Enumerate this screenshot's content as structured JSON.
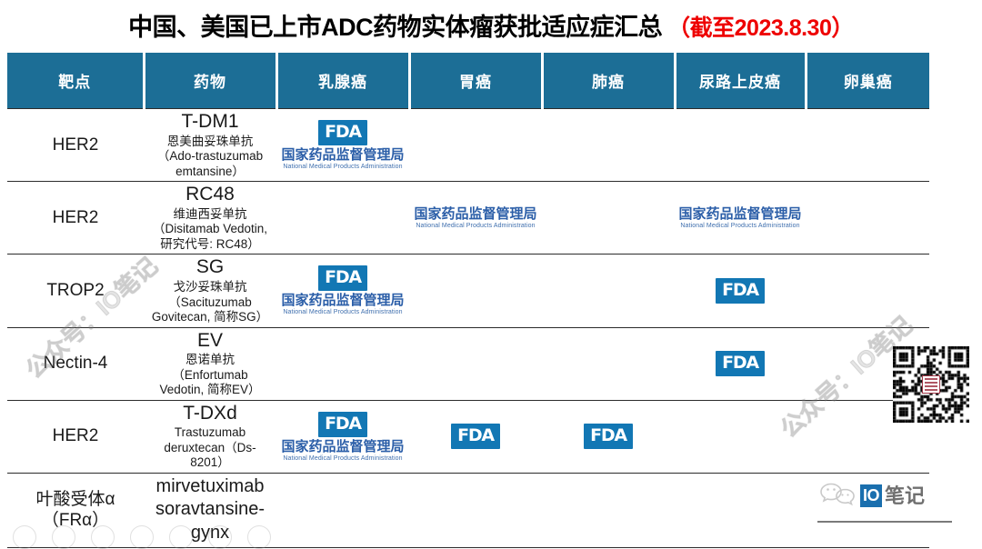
{
  "title": {
    "main": "中国、美国已上市ADC药物实体瘤获批适应症汇总",
    "date": "（截至2023.8.30）"
  },
  "table": {
    "headers": [
      {
        "label": "靶点",
        "name": "target"
      },
      {
        "label": "药物",
        "name": "drug"
      },
      {
        "label": "乳腺癌",
        "name": "breast-cancer"
      },
      {
        "label": "胃癌",
        "name": "gastric-cancer"
      },
      {
        "label": "肺癌",
        "name": "lung-cancer"
      },
      {
        "label": "尿路上皮癌",
        "name": "urothelial-carcinoma"
      },
      {
        "label": "卵巢癌",
        "name": "ovarian-cancer"
      }
    ],
    "rows": [
      {
        "target": "HER2",
        "drug_abbr": "T-DM1",
        "drug_sub": [
          "恩美曲妥珠单抗",
          "（Ado-trastuzumab",
          "emtansine）"
        ],
        "breast": {
          "fda": true,
          "nmpa": true
        },
        "gastric": {
          "fda": false,
          "nmpa": false
        },
        "lung": {
          "fda": false,
          "nmpa": false
        },
        "uro": {
          "fda": false,
          "nmpa": false
        },
        "ovarian": {
          "fda": false,
          "nmpa": false
        }
      },
      {
        "target": "HER2",
        "drug_abbr": "RC48",
        "drug_sub": [
          "维迪西妥单抗",
          "（Disitamab Vedotin,",
          "研究代号: RC48）"
        ],
        "breast": {
          "fda": false,
          "nmpa": false
        },
        "gastric": {
          "fda": false,
          "nmpa": true
        },
        "lung": {
          "fda": false,
          "nmpa": false
        },
        "uro": {
          "fda": false,
          "nmpa": true
        },
        "ovarian": {
          "fda": false,
          "nmpa": false
        }
      },
      {
        "target": "TROP2",
        "drug_abbr": "SG",
        "drug_sub": [
          "戈沙妥珠单抗",
          "（Sacituzumab",
          "Govitecan, 简称SG）"
        ],
        "breast": {
          "fda": true,
          "nmpa": true
        },
        "gastric": {
          "fda": false,
          "nmpa": false
        },
        "lung": {
          "fda": false,
          "nmpa": false
        },
        "uro": {
          "fda": true,
          "nmpa": false
        },
        "ovarian": {
          "fda": false,
          "nmpa": false
        }
      },
      {
        "target": "Nectin-4",
        "drug_abbr": "EV",
        "drug_sub": [
          "恩诺单抗",
          "（Enfortumab",
          "Vedotin, 简称EV）"
        ],
        "breast": {
          "fda": false,
          "nmpa": false
        },
        "gastric": {
          "fda": false,
          "nmpa": false
        },
        "lung": {
          "fda": false,
          "nmpa": false
        },
        "uro": {
          "fda": true,
          "nmpa": false
        },
        "ovarian": {
          "fda": false,
          "nmpa": false
        }
      },
      {
        "target": "HER2",
        "drug_abbr": "T-DXd",
        "drug_sub": [
          "Trastuzumab",
          "deruxtecan（Ds-",
          "8201）"
        ],
        "breast": {
          "fda": true,
          "nmpa": true
        },
        "gastric": {
          "fda": true,
          "nmpa": false
        },
        "lung": {
          "fda": true,
          "nmpa": false
        },
        "uro": {
          "fda": false,
          "nmpa": false
        },
        "ovarian": {
          "fda": false,
          "nmpa": false
        }
      },
      {
        "target": "叶酸受体α\n（FRα）",
        "drug_plain": [
          "mirvetuximab",
          "soravtansine-",
          "gynx"
        ],
        "breast": {
          "fda": false,
          "nmpa": false
        },
        "gastric": {
          "fda": false,
          "nmpa": false
        },
        "lung": {
          "fda": false,
          "nmpa": false
        },
        "uro": {
          "fda": false,
          "nmpa": false
        },
        "ovarian": {
          "fda": false,
          "nmpa": false
        }
      }
    ]
  },
  "marks": {
    "fda_label": "FDA",
    "nmpa_cn": "国家药品监督管理局",
    "nmpa_en": "National Medical Products Administration"
  },
  "watermark": {
    "text": "公众号：IO笔记"
  },
  "brand": {
    "io": "IO",
    "cn": "笔记"
  },
  "colors": {
    "header_blue": "#1c6e96",
    "fda_blue": "#1277b4",
    "nmpa_blue": "#2b5ea8",
    "title_red": "#ee0000"
  }
}
